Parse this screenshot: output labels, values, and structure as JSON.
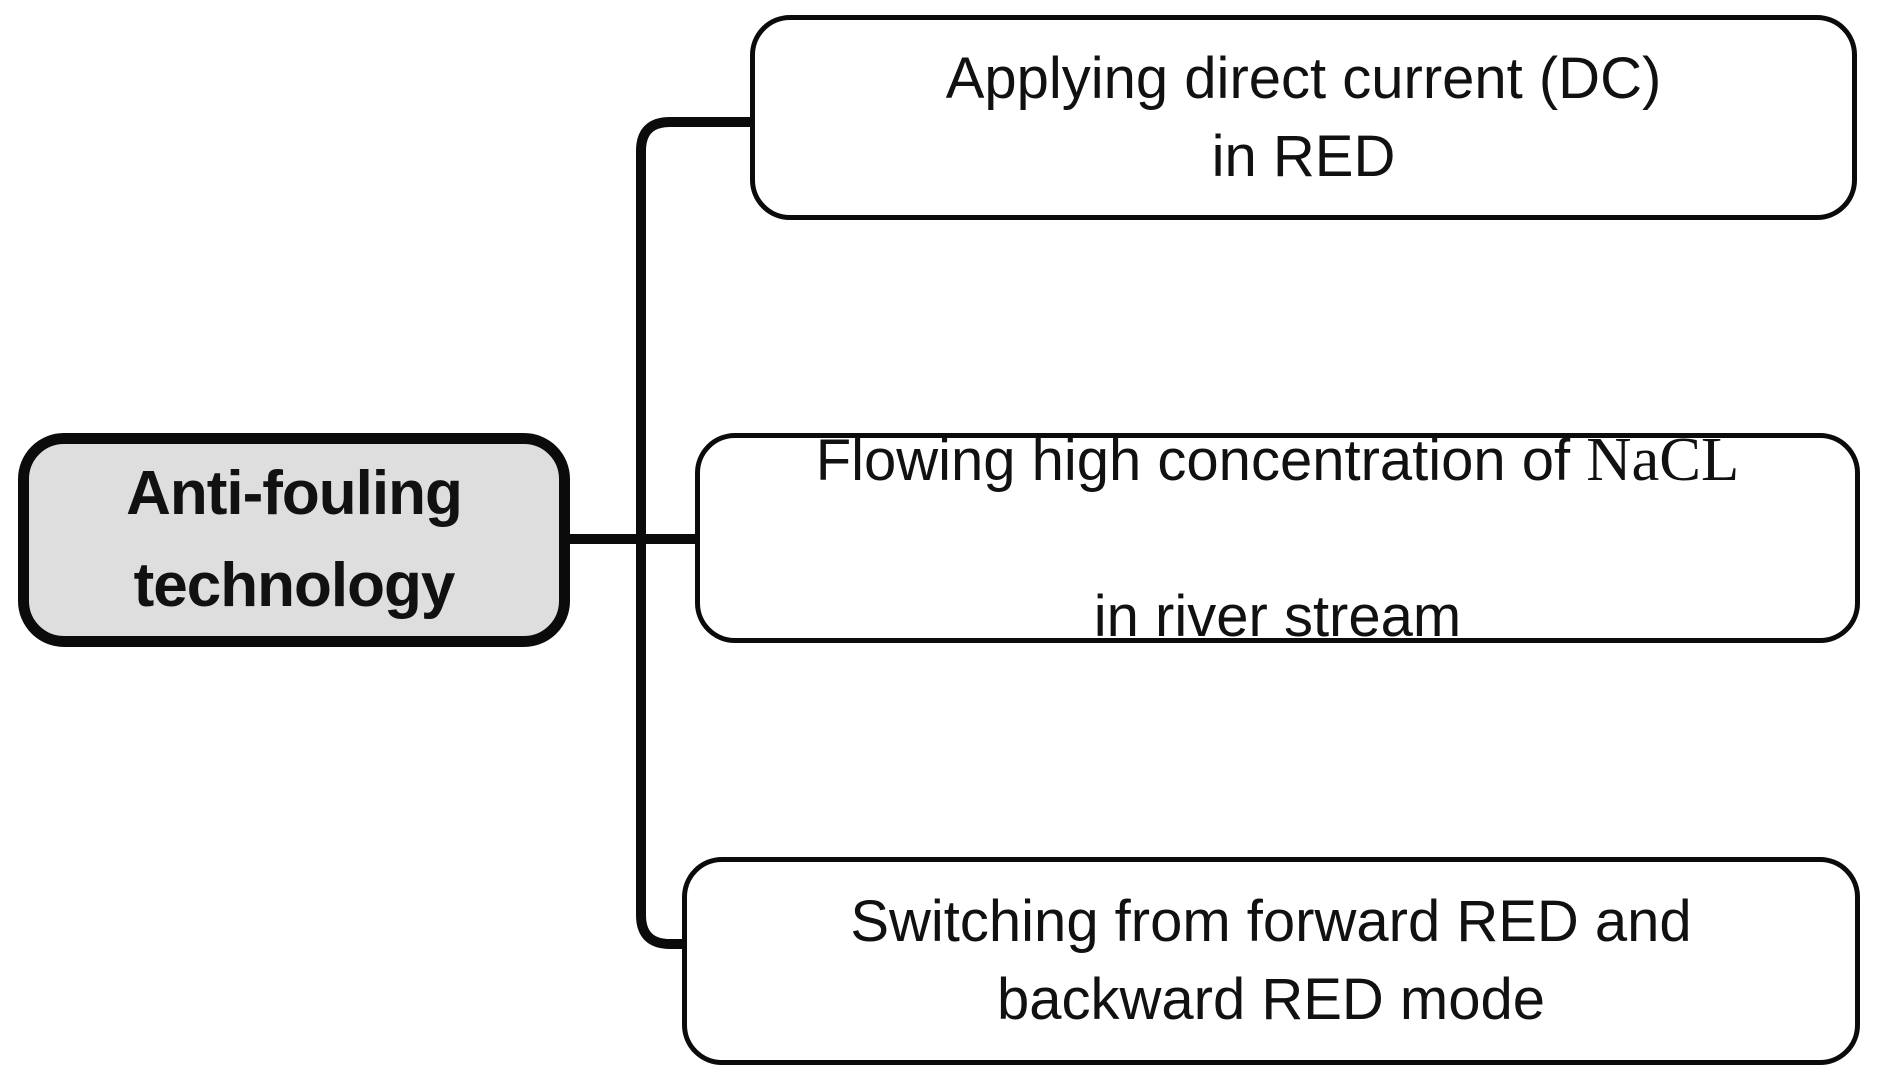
{
  "figure": {
    "root": {
      "label": "Anti-fouling technology"
    },
    "branches": [
      {
        "lines": [
          "Applying direct current (DC)",
          "in RED"
        ]
      },
      {
        "line1_sans": "Flowing high concentration of ",
        "line1_serif": "NaCL",
        "line2": "in river stream"
      },
      {
        "lines": [
          "Switching from forward RED and",
          "backward RED mode"
        ]
      }
    ],
    "colors": {
      "background": "#ffffff",
      "root_fill": "#dedede",
      "branch_fill": "#ffffff",
      "stroke": "#0b0b0b"
    }
  }
}
